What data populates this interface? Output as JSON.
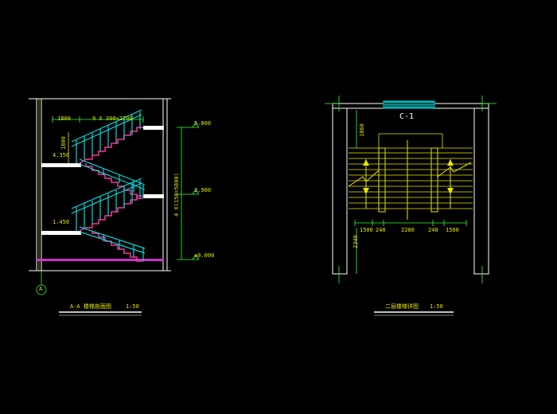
{
  "colors": {
    "background": "#000000",
    "wall": "#ffffff",
    "dimension": "#33ff33",
    "railing": "#00d8d8",
    "stair_fill": "#ff3399",
    "text": "#e6e600",
    "slab": "#ffffff",
    "floor_line": "#cc33cc"
  },
  "section": {
    "dim_top": "1800",
    "dim_steps": "9 X 300=2700",
    "dim_riser": "1800",
    "level_1": "4.350",
    "level_2": "1.450",
    "elev_top": "5.800",
    "elev_mid": "2.900",
    "elev_bottom": "±0.000",
    "height_total": "4 X(150=5800)",
    "axis_label": "A",
    "title": "A-A 楼梯剖面图",
    "scale": "1:50"
  },
  "plan": {
    "tag": "C-1",
    "dim_top": "1860",
    "dim_side": "2340",
    "dims_bottom": [
      "1500",
      "240",
      "2280",
      "240",
      "1500"
    ],
    "title": "二层楼梯详图",
    "scale": "1:50"
  }
}
